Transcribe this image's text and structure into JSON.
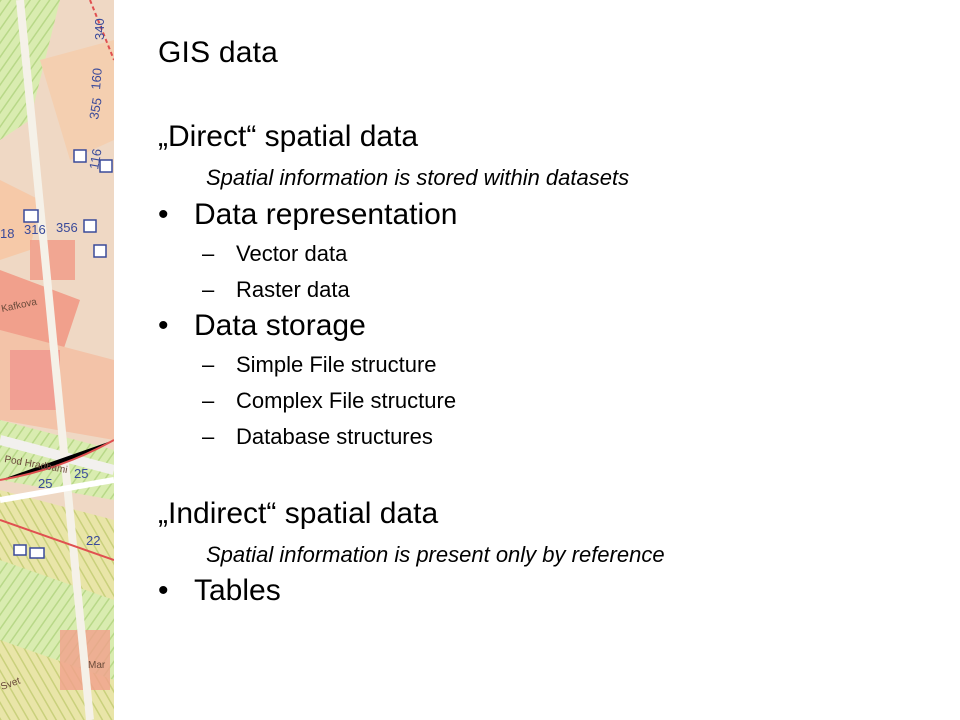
{
  "decoration": {
    "map_labels": [
      "340",
      "355",
      "160",
      "116",
      "316",
      "356",
      "18",
      "25",
      "25",
      "22",
      "Kafkova",
      "Pod Hradbami",
      "Mar",
      "Svet"
    ]
  },
  "slide": {
    "title": "GIS data",
    "direct": {
      "heading": "„Direct“ spatial data",
      "note": "Spatial information is stored within datasets",
      "bullets": [
        {
          "label": "Data representation",
          "sub": [
            "Vector data",
            "Raster data"
          ]
        },
        {
          "label": "Data storage",
          "sub": [
            "Simple File structure",
            "Complex File structure",
            "Database structures"
          ]
        }
      ]
    },
    "indirect": {
      "heading": "„Indirect“ spatial data",
      "note": "Spatial information is present only by reference",
      "bullets": [
        {
          "label": "Tables"
        }
      ]
    },
    "bullet_glyph": "•",
    "dash_glyph": "–"
  }
}
